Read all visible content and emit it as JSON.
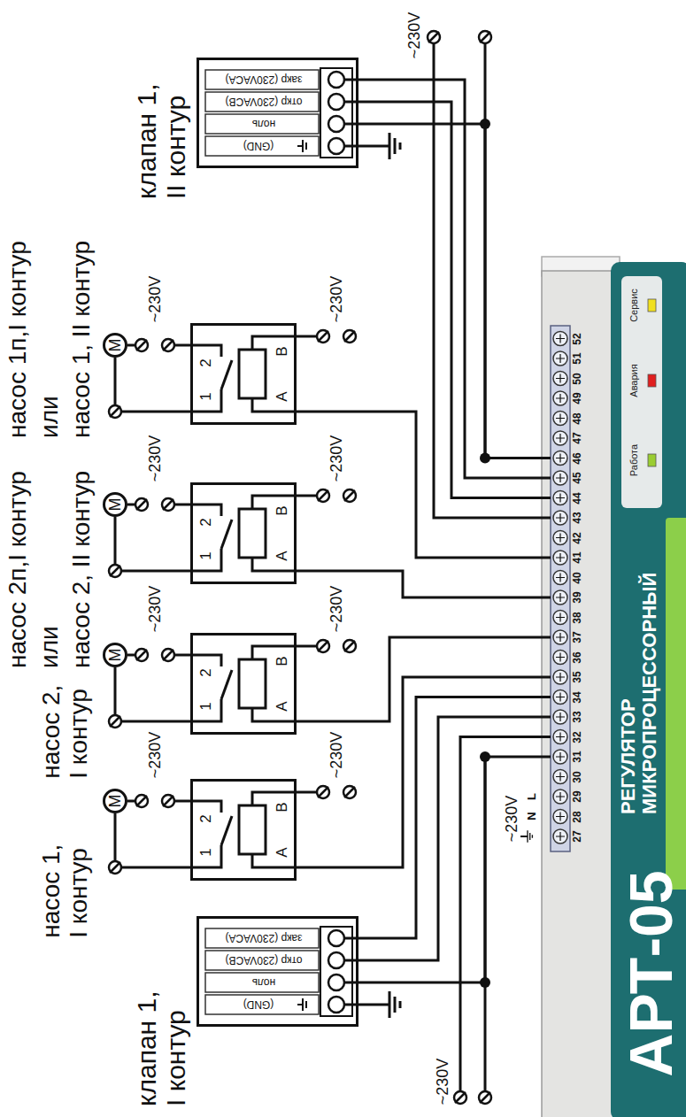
{
  "diagram": {
    "nodes": [
      {
        "text": [
          "клапан 1, II контур",
          "закр (230VACA)",
          "откр (230VACB)",
          "ноль",
          "(GND)"
        ]
      },
      {
        "text": [
          "M",
          "насос 1п,I контур",
          "или",
          "насос 1, II контур"
        ]
      },
      {
        "text": [
          "1",
          "2",
          "A",
          "B"
        ]
      },
      {
        "text": [
          "M",
          "насос 2п,I контур",
          "или",
          "насос 2, II контур"
        ]
      },
      {
        "text": [
          "1",
          "2",
          "A",
          "B"
        ]
      },
      {
        "text": [
          "M",
          "насос 2, I контур"
        ]
      },
      {
        "text": [
          "1",
          "2",
          "A",
          "B"
        ]
      },
      {
        "text": [
          "M",
          "насос 1, I контур"
        ]
      },
      {
        "text": [
          "1",
          "2",
          "A",
          "B"
        ]
      },
      {
        "text": [
          "клапан 1, I контур",
          "закр (230VACA)",
          "откр (230VACB)",
          "ноль",
          "(GND)"
        ]
      },
      {
        "text": [
          "АРТ-05",
          "РЕГУЛЯТОР МИКРОПРОЦЕССОРНЫЙ",
          "Работа",
          "Авария",
          "Сервис"
        ]
      }
    ],
    "edges": [
      {
        "from": 1,
        "to": 2,
        "arrow": "none"
      },
      {
        "from": 3,
        "to": 4,
        "arrow": "none"
      },
      {
        "from": 5,
        "to": 6,
        "arrow": "none"
      },
      {
        "from": 7,
        "to": 8,
        "arrow": "none"
      },
      {
        "from": 2,
        "to": 10,
        "arrow": "none"
      },
      {
        "from": 4,
        "to": 10,
        "arrow": "none"
      },
      {
        "from": 6,
        "to": 10,
        "arrow": "none"
      },
      {
        "from": 8,
        "to": 10,
        "arrow": "none"
      },
      {
        "from": 9,
        "to": 10,
        "arrow": "none"
      },
      {
        "from": 9,
        "to": 10,
        "arrow": "none"
      },
      {
        "from": 9,
        "to": 10,
        "arrow": "none"
      },
      {
        "from": 0,
        "to": 10,
        "arrow": "none"
      },
      {
        "from": 0,
        "to": 10,
        "arrow": "none"
      },
      {
        "from": 0,
        "to": 10,
        "arrow": "none"
      }
    ],
    "labels": [
      "~230V",
      "~230V",
      "~230V",
      "~230V",
      "~230V",
      "~230V",
      "~230V",
      "~230V",
      "~230V",
      "~230V",
      "~230V",
      "N",
      "L",
      "27",
      "28",
      "29",
      "30",
      "31",
      "32",
      "33",
      "34",
      "35",
      "36",
      "37",
      "38",
      "39",
      "40",
      "41",
      "42",
      "43",
      "44",
      "45",
      "46",
      "47",
      "48",
      "49",
      "50",
      "51",
      "52"
    ]
  }
}
